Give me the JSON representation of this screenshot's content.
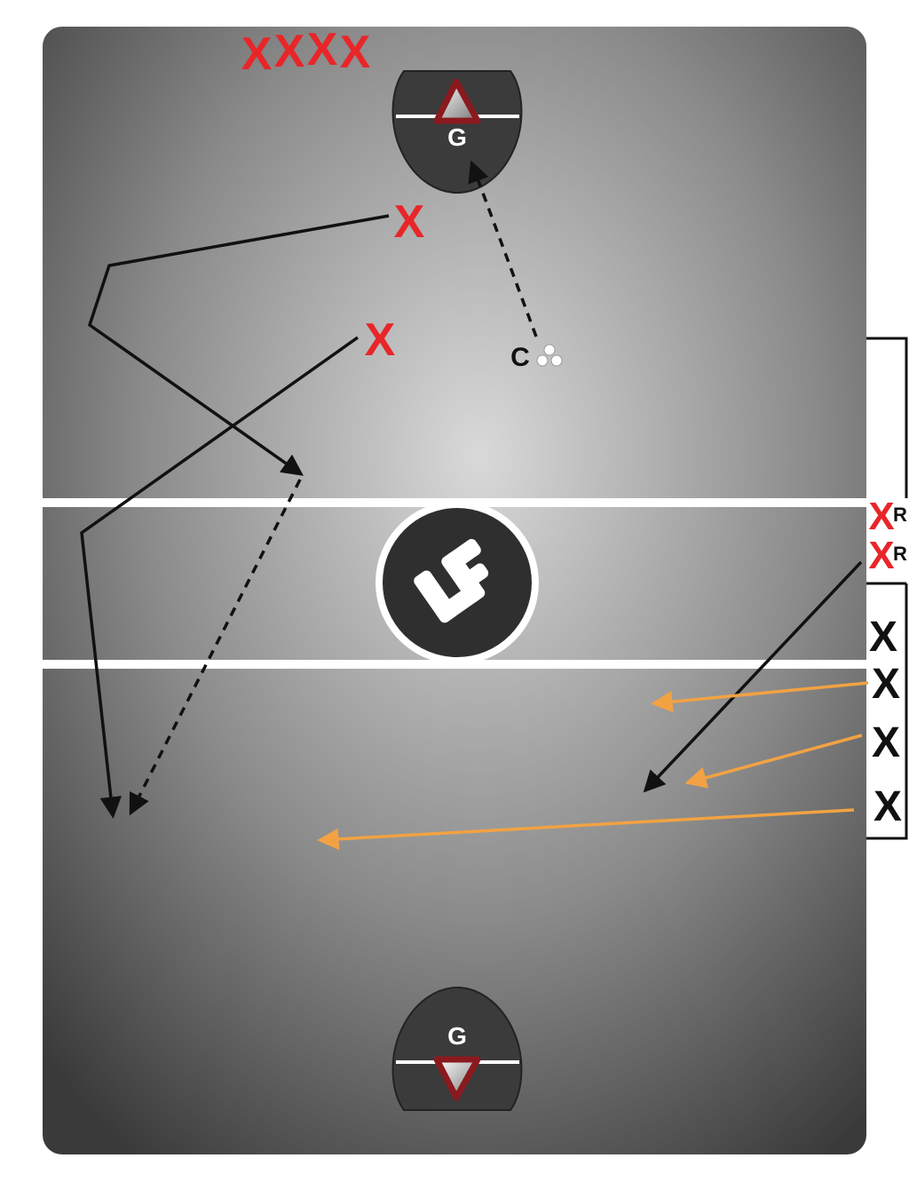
{
  "field": {
    "gradient_center": "#d9d9d9",
    "gradient_edge": "#3a3a3a",
    "line_color": "#ffffff"
  },
  "colors": {
    "red_player": "#e8262a",
    "black_player": "#111111",
    "orange_pass": "#f2a243",
    "crease": "#3b3b3b",
    "goal": "#8b1a1f"
  },
  "goals": {
    "top_label": "G",
    "bottom_label": "G"
  },
  "coach": {
    "label": "C"
  },
  "logo": {
    "icon": "lf-logo-icon"
  },
  "sideline": {
    "red_marker_1": "R",
    "red_marker_2": "R"
  },
  "players": {
    "red_mark": "X",
    "black_mark": "X"
  }
}
